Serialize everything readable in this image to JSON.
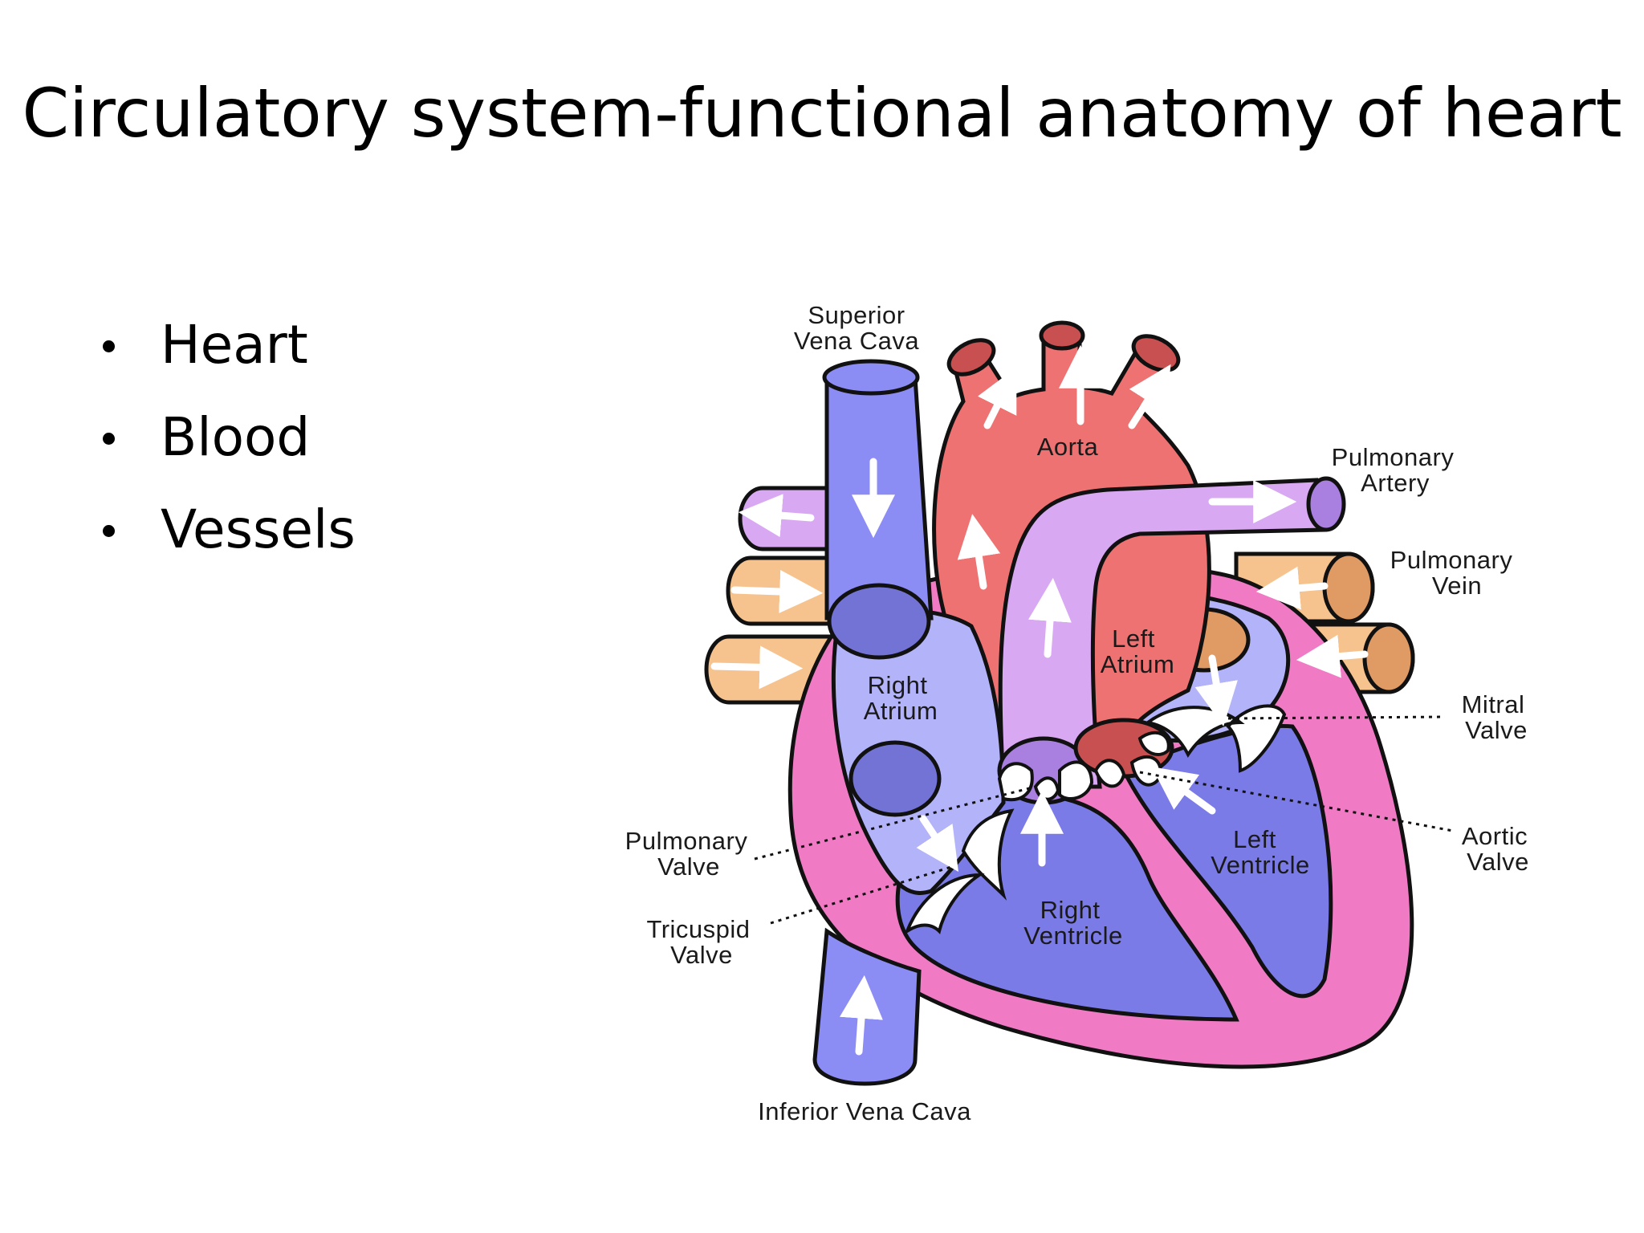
{
  "title": "Circulatory system-functional anatomy of heart",
  "bullets": [
    "Heart",
    "Blood",
    "Vessels"
  ],
  "diagram": {
    "superior_vena_cava": [
      "Superior",
      "Vena Cava"
    ],
    "aorta": "Aorta",
    "pulmonary_artery": [
      "Pulmonary",
      "Artery"
    ],
    "pulmonary_vein": [
      "Pulmonary",
      "Vein"
    ],
    "left_atrium": [
      "Left",
      "Atrium"
    ],
    "right_atrium": [
      "Right",
      "Atrium"
    ],
    "mitral_valve": [
      "Mitral",
      "Valve"
    ],
    "aortic_valve": [
      "Aortic",
      "Valve"
    ],
    "pulmonary_valve": [
      "Pulmonary",
      "Valve"
    ],
    "tricuspid_valve": [
      "Tricuspid",
      "Valve"
    ],
    "left_ventricle": [
      "Left",
      "Ventricle"
    ],
    "right_ventricle": [
      "Right",
      "Ventricle"
    ],
    "inferior_vena_cava": "Inferior Vena Cava"
  },
  "colors": {
    "deoxygenated_blue": "#8C8CF5",
    "oxygenated_red": "#EE7272",
    "pulmonary_artery_purple": "#D9A8F2",
    "pulmonary_vein_tan": "#F6C38E",
    "heart_wall_pink": "#F07BC4",
    "arrow": "#ffffff"
  }
}
